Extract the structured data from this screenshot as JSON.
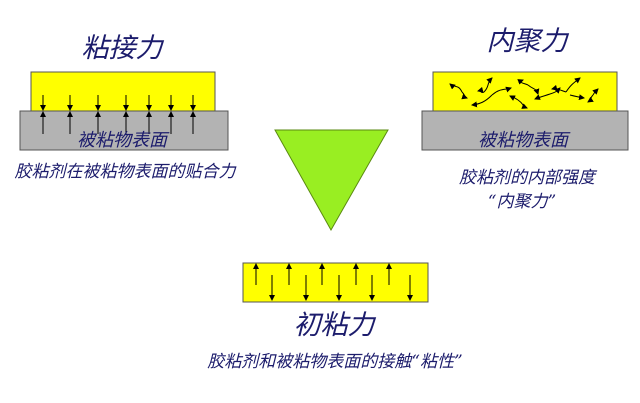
{
  "adhesion": {
    "title": "粘接力",
    "substrate_label": "被粘物表面",
    "caption": "胶粘剂在被粘物表面的贴合力"
  },
  "cohesion": {
    "title": "内聚力",
    "substrate_label": "被粘物表面",
    "caption_line1": "胶粘剂的内部强度",
    "caption_line2": "“内聚力”"
  },
  "tack": {
    "title": "初粘力",
    "caption": "胶粘剂和被粘物表面的接触“粘性”"
  },
  "colors": {
    "adhesive": "#ffff00",
    "substrate": "#b3b3b3",
    "triangle": "#99ee22",
    "text": "#1c1c6c"
  }
}
